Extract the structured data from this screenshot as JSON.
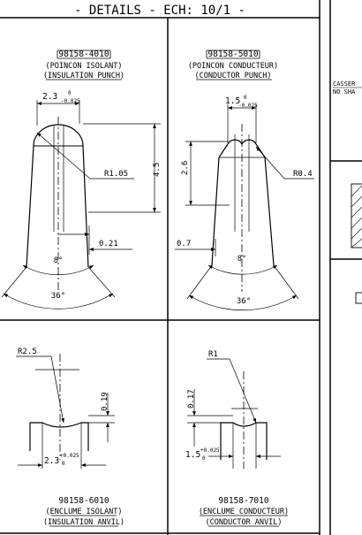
{
  "header": {
    "title": "- DETAILS - ECH: 10/1 -"
  },
  "insulation_punch": {
    "part_number": "98158-4010",
    "name_fr": "(POINCON ISOLANT)",
    "name_en": "(INSULATION PUNCH)",
    "dim_width": "2.3",
    "tol_upper": "0",
    "tol_lower": "-0.025",
    "dim_radius": "R1.05",
    "dim_height": "4.5",
    "dim_offset": "0.21",
    "angle_inner": "8°",
    "angle_outer": "36°"
  },
  "conductor_punch": {
    "part_number": "98158-5010",
    "name_fr": "(POINCON CONDUCTEUR)",
    "name_en": "(CONDUCTOR PUNCH)",
    "dim_width": "1.5",
    "tol_upper": "0",
    "tol_lower": "-0.025",
    "dim_height": "2.6",
    "dim_radius": "R0.4",
    "dim_offset": "0.7",
    "angle_inner": "8°",
    "angle_outer": "36°"
  },
  "insulation_anvil": {
    "part_number": "98158-6010",
    "name_fr": "(ENCLUME ISOLANT)",
    "name_en": "(INSULATION ANVIL)",
    "dim_radius": "R2.5",
    "dim_depth": "0.19",
    "dim_width": "2.3",
    "tol_upper": "+0.025",
    "tol_lower": "0"
  },
  "conductor_anvil": {
    "part_number": "98158-7010",
    "name_fr": "(ENCLUME CONDUCTEUR)",
    "name_en": "(CONDUCTOR ANVIL)",
    "dim_radius": "R1",
    "dim_depth": "0.17",
    "dim_width": "1.5",
    "tol_upper": "+0.025",
    "tol_lower": "0"
  },
  "side_note": {
    "line1": "CASSER",
    "line2": "NO SHA"
  }
}
